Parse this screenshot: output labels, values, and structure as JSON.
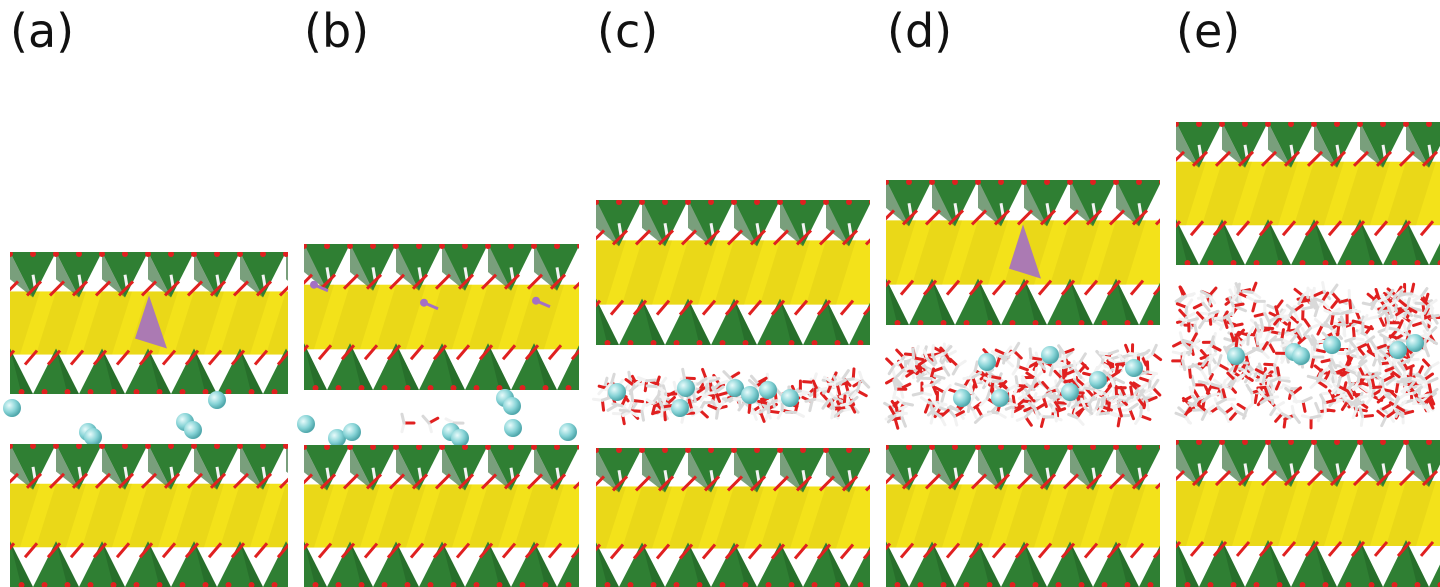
{
  "panels": [
    {
      "id": "a",
      "label": "(a)"
    },
    {
      "id": "b",
      "label": "(b)"
    },
    {
      "id": "c",
      "label": "(c)"
    },
    {
      "id": "d",
      "label": "(d)"
    },
    {
      "id": "e",
      "label": "(e)"
    }
  ],
  "colors": {
    "tetrahedral": "#2f7f33",
    "tetrahedral_dark": "#1f5f24",
    "octahedral": "#f3e21a",
    "oxygen": "#e02020",
    "hydrogen": "#f2f2f2",
    "cation": "#86d3d6",
    "substitution": "#a470c4"
  },
  "legend_icons": {
    "tetrahedral_sheet": "green-triangles",
    "octahedral_sheet": "yellow-band",
    "interlayer_cation": "cyan-sphere",
    "water": "red-white-sticks",
    "isomorphic_substitution": "purple-polyhedron"
  }
}
